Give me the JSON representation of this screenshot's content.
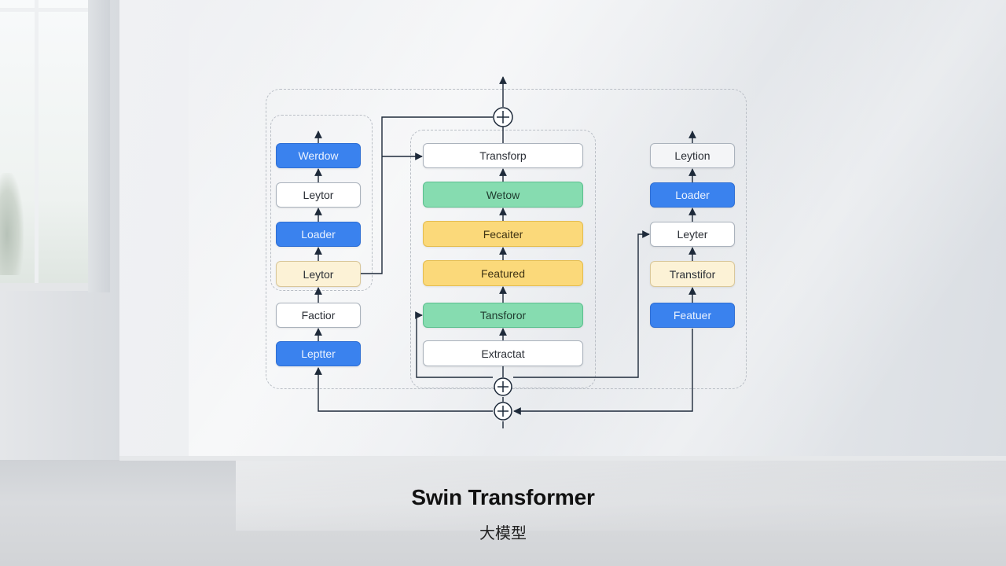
{
  "diagram": {
    "title": "Swin Transformer",
    "subtitle": "大模型",
    "left_column": [
      "Werdow",
      "Leytor",
      "Loader",
      "Leytor",
      "Factior",
      "Leptter"
    ],
    "center_column": [
      "Transforp",
      "Wetow",
      "Fecaiter",
      "Featured",
      "Tansforor",
      "Extractat"
    ],
    "right_column": [
      "Leytion",
      "Loader",
      "Leyter",
      "Transtifor",
      "Featuer"
    ],
    "colors": {
      "blue": "#3a82ee",
      "green": "#86dcb0",
      "yellow": "#fbd97a",
      "cream": "#fcf2d6",
      "white": "#ffffff",
      "line": "#1e2a3a"
    }
  }
}
